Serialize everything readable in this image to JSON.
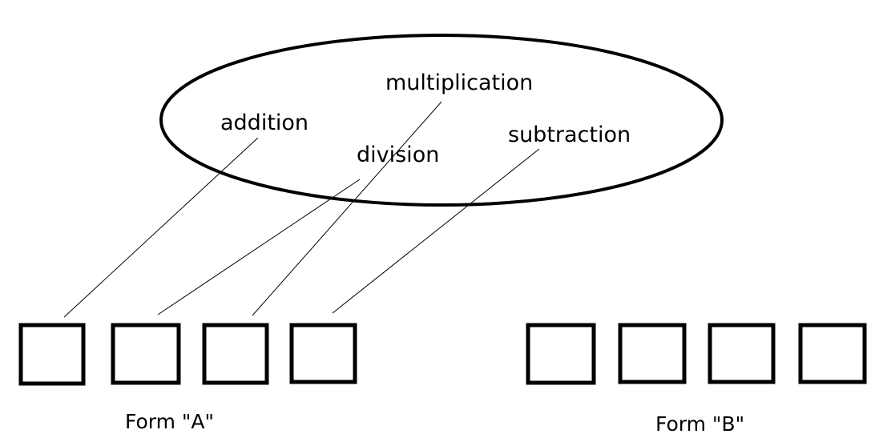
{
  "operations": [
    {
      "label": "addition"
    },
    {
      "label": "multiplication"
    },
    {
      "label": "division"
    },
    {
      "label": "subtraction"
    }
  ],
  "forms": [
    {
      "label": "Form \"A\"",
      "box_count": 4
    },
    {
      "label": "Form \"B\"",
      "box_count": 4
    }
  ],
  "connections": [
    {
      "from": "addition",
      "to_form": "A",
      "to_box": 1
    },
    {
      "from": "division",
      "to_form": "A",
      "to_box": 2
    },
    {
      "from": "multiplication",
      "to_form": "A",
      "to_box": 3
    },
    {
      "from": "subtraction",
      "to_form": "A",
      "to_box": 4
    }
  ],
  "colors": {
    "stroke": "#000000",
    "background": "#ffffff"
  }
}
